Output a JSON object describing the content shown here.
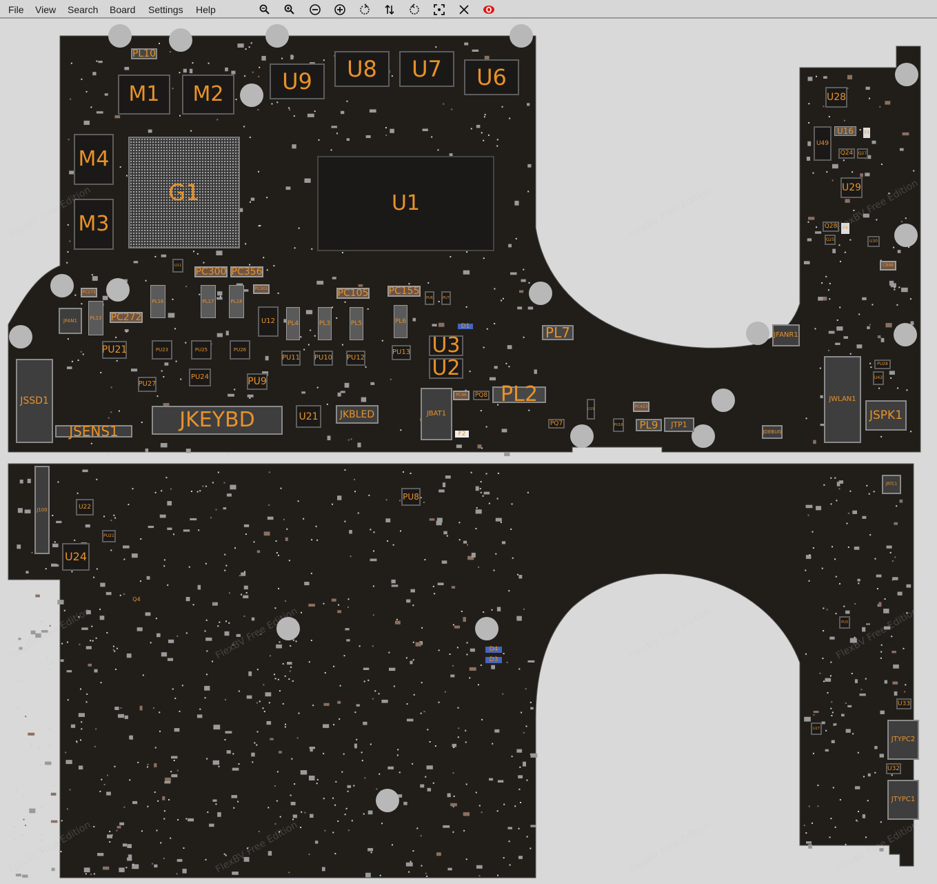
{
  "menu": [
    "File",
    "View",
    "Search",
    "Board",
    "Settings",
    "Help"
  ],
  "toolbar": [
    {
      "icon": "zoom-out-icon"
    },
    {
      "icon": "zoom-in-icon"
    },
    {
      "icon": "minus-circle-icon"
    },
    {
      "icon": "plus-circle-icon"
    },
    {
      "icon": "rotate-ccw-icon"
    },
    {
      "icon": "flip-icon"
    },
    {
      "icon": "rotate-cw-icon"
    },
    {
      "icon": "fit-view-icon"
    },
    {
      "icon": "close-icon"
    },
    {
      "icon": "eye-icon"
    }
  ],
  "colors": {
    "board": "#211e1a",
    "label": "#e8922a",
    "background": "#d9d9d9",
    "pin1": "#d94040",
    "eye": "#e01818"
  },
  "watermark_text": "FlexBV Free Edition",
  "components": {
    "top": [
      "M1",
      "M2",
      "U9",
      "U8",
      "U7",
      "U6",
      "M4",
      "M3",
      "G1",
      "U1",
      "U3",
      "U2",
      "PL2",
      "JKEYBD",
      "JSENS1",
      "JSSD1",
      "U21",
      "JKBLED",
      "JBAT1",
      "PL7",
      "JFANR1",
      "JWLAN1",
      "JSPK1",
      "JTP1",
      "PL9",
      "JDEBUG",
      "U28",
      "U29",
      "U49",
      "U16",
      "PL10",
      "PC300",
      "PC356",
      "PC272",
      "PC105",
      "PC155",
      "PU21",
      "PU27",
      "PU24",
      "PU9",
      "PU11",
      "PU10",
      "PU12",
      "PU13",
      "U12",
      "PL4",
      "PL3",
      "PL5",
      "PL6",
      "PL16",
      "PL17",
      "PL18",
      "PL13",
      "JFAN1",
      "Q24",
      "Q27",
      "Q28",
      "Q25",
      "U30",
      "F3",
      "F4",
      "CB98",
      "PC423",
      "PU28",
      "U42",
      "PQ8",
      "PQ7",
      "PC46",
      "F2",
      "D1",
      "PU6",
      "PU7",
      "U11",
      "PC273",
      "PC301",
      "PU23",
      "PU25",
      "PU26",
      "PU16",
      "U19"
    ],
    "bottom": [
      "U24",
      "J100",
      "PU8",
      "U22",
      "PU21",
      "JRTC1",
      "JTYPC2",
      "JTYPC1",
      "U33",
      "U32",
      "PU3",
      "U27",
      "D4",
      "D3",
      "Q4"
    ]
  }
}
